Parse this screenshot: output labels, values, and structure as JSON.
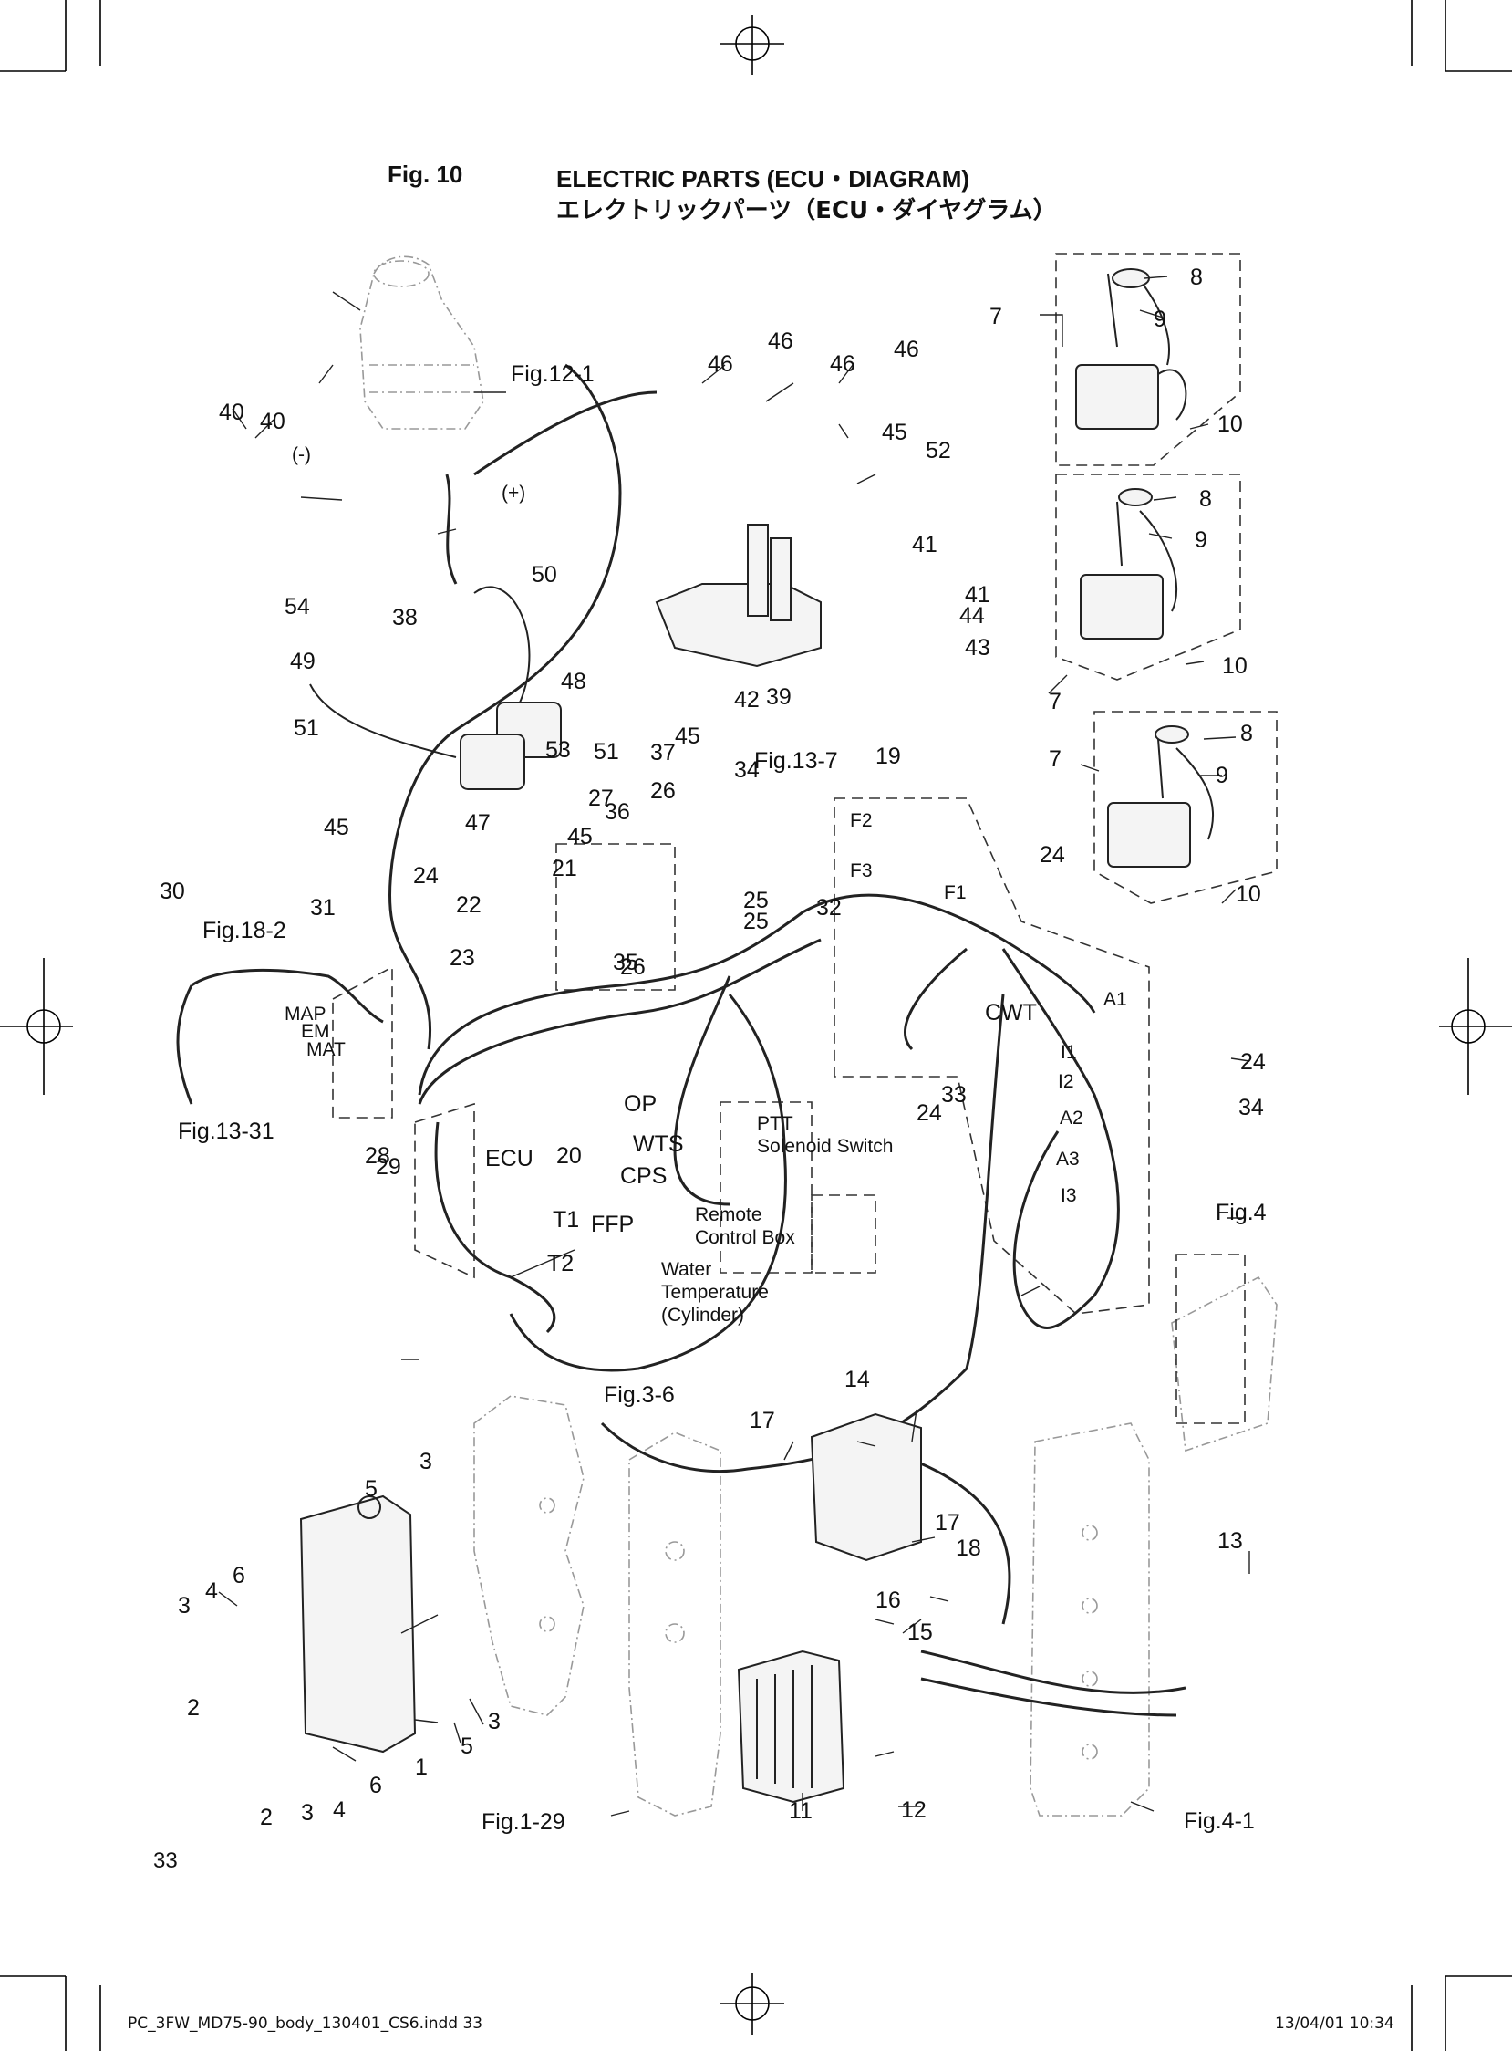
{
  "header": {
    "fig_no": "Fig. 10",
    "title_en": "ELECTRIC PARTS (ECU・DIAGRAM)",
    "title_jp": "エレクトリックパーツ（ECU・ダイヤグラム）"
  },
  "page_number": "33",
  "footer": {
    "file_name": "PC_3FW_MD75-90_body_130401_CS6.indd  33",
    "timestamp": "13/04/01  10:34"
  },
  "callouts": [
    "1",
    "2",
    "2",
    "3",
    "3",
    "3",
    "3",
    "4",
    "4",
    "5",
    "5",
    "6",
    "6",
    "7",
    "7",
    "7",
    "8",
    "8",
    "8",
    "9",
    "9",
    "9",
    "10",
    "10",
    "10",
    "11",
    "12",
    "13",
    "14",
    "15",
    "16",
    "17",
    "17",
    "18",
    "19",
    "20",
    "21",
    "22",
    "23",
    "24",
    "24",
    "24",
    "24",
    "25",
    "25",
    "26",
    "26",
    "27",
    "28",
    "29",
    "30",
    "31",
    "32",
    "33",
    "34",
    "34",
    "35",
    "36",
    "37",
    "38",
    "39",
    "40",
    "40",
    "41",
    "41",
    "42",
    "43",
    "44",
    "45",
    "45",
    "45",
    "45",
    "46",
    "46",
    "46",
    "46",
    "47",
    "48",
    "49",
    "50",
    "51",
    "51",
    "52",
    "53",
    "54"
  ],
  "figure_refs": {
    "fig_12_1": "Fig.12-1",
    "fig_18_2": "Fig.18-2",
    "fig_13_7": "Fig.13-7",
    "fig_13_31": "Fig.13-31",
    "fig_3_6": "Fig.3-6",
    "fig_4": "Fig.4",
    "fig_1_29": "Fig.1-29",
    "fig_4_1": "Fig.4-1"
  },
  "connector_labels": {
    "minus": "(-)",
    "plus": "(+)",
    "map": "MAP",
    "em": "EM",
    "mat": "MAT",
    "ecu": "ECU",
    "op": "OP",
    "wts": "WTS",
    "cps": "CPS",
    "t1": "T1",
    "t2": "T2",
    "ffp": "FFP",
    "f1": "F1",
    "f2": "F2",
    "f3": "F3",
    "cwt": "CWT",
    "a1": "A1",
    "a2": "A2",
    "a3": "A3",
    "i1": "I1",
    "i2": "I2",
    "i3": "I3"
  },
  "descriptions": {
    "ptt_line1": "PTT",
    "ptt_line2": "Solenoid Switch",
    "remote_line1": "Remote",
    "remote_line2": "Control Box",
    "water_line1": "Water",
    "water_line2": "Temperature",
    "water_line3": "(Cylinder)"
  }
}
